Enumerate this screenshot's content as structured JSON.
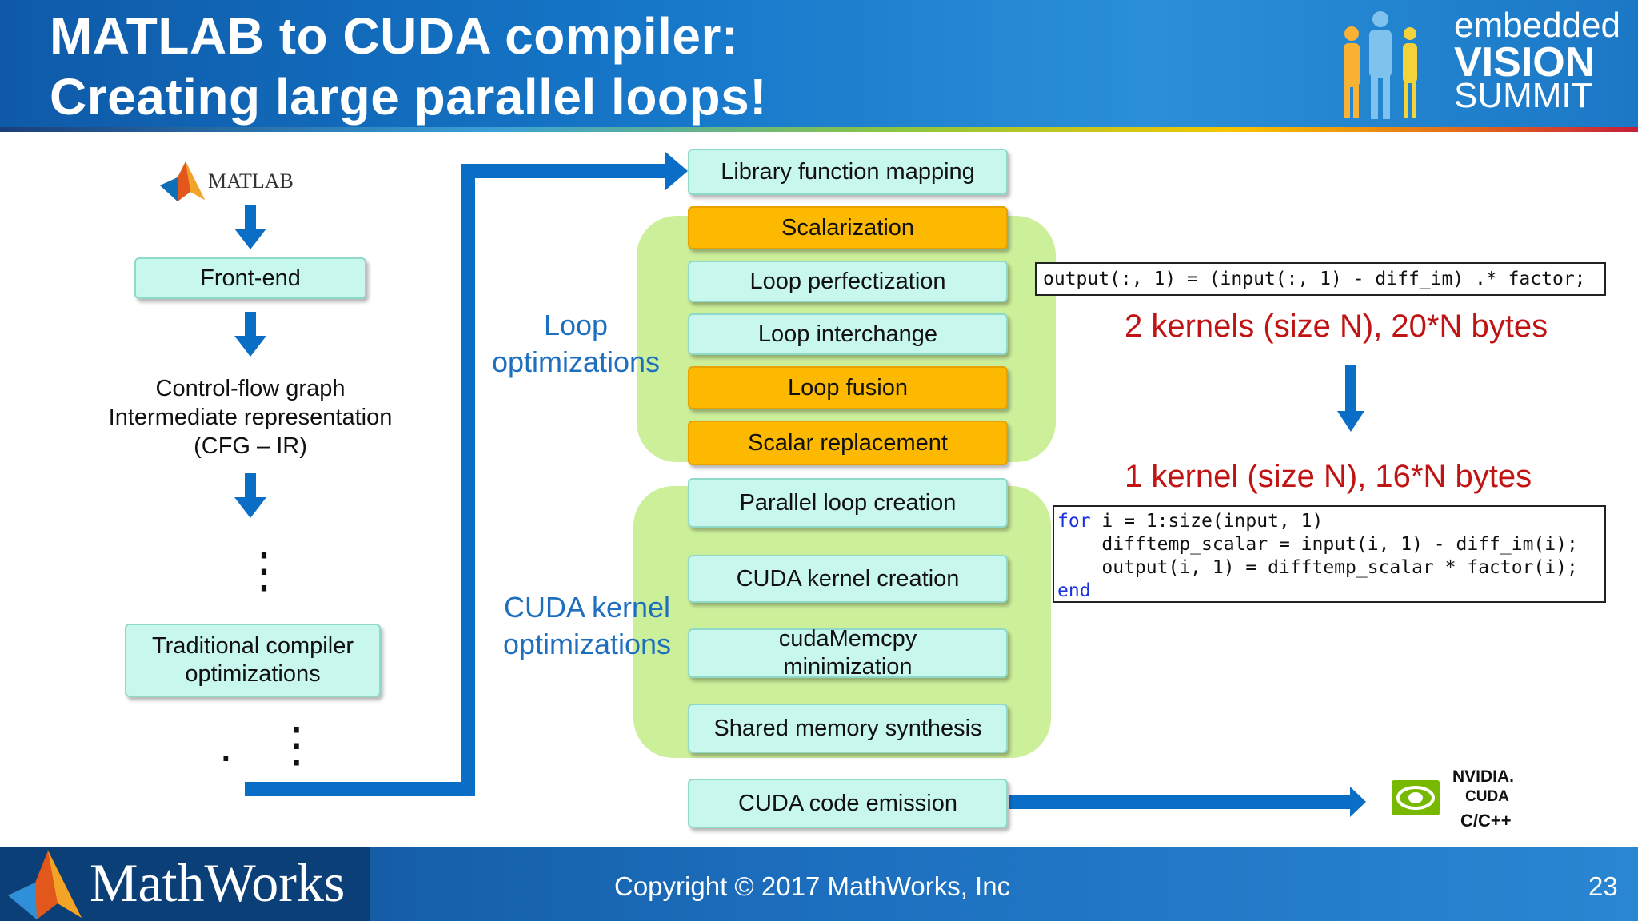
{
  "header": {
    "title_line1": "MATLAB to CUDA compiler:",
    "title_line2": "Creating large parallel loops!",
    "event_logo": {
      "line1": "embedded",
      "line2": "VISION",
      "line3": "SUMMIT"
    }
  },
  "left_flow": {
    "matlab_logo_text": "MATLAB",
    "front_end": "Front-end",
    "cfg_lines": [
      "Control-flow graph",
      "Intermediate representation",
      "(CFG – IR)"
    ],
    "dots": "⋮",
    "traditional": [
      "Traditional compiler",
      "optimizations"
    ],
    "dots2": ".   ⋮"
  },
  "steps": [
    {
      "label": "Library function mapping",
      "highlight": false
    },
    {
      "label": "Scalarization",
      "highlight": true
    },
    {
      "label": "Loop perfectization",
      "highlight": false
    },
    {
      "label": "Loop interchange",
      "highlight": false
    },
    {
      "label": "Loop fusion",
      "highlight": true
    },
    {
      "label": "Scalar replacement",
      "highlight": true
    },
    {
      "label": "Parallel loop creation",
      "highlight": false
    },
    {
      "label": "CUDA kernel creation",
      "highlight": false
    },
    {
      "label": "cudaMemcpy minimization",
      "highlight": false
    },
    {
      "label": "Shared memory synthesis",
      "highlight": false
    },
    {
      "label": "CUDA code emission",
      "highlight": false
    }
  ],
  "group_labels": {
    "loop": [
      "Loop",
      "optimizations"
    ],
    "cuda": [
      "CUDA kernel",
      "optimizations"
    ]
  },
  "right_panel": {
    "code_before": "output(:, 1) = (input(:, 1) - diff_im) .* factor;",
    "before_text": "2 kernels (size N), 20*N bytes",
    "after_text": "1 kernel (size N), 16*N bytes",
    "code_after": {
      "line1_kw": "for",
      "line1_rest": " i = 1:size(input, 1)",
      "line2": "    difftemp_scalar = input(i, 1) - diff_im(i);",
      "line3": "    output(i, 1) = difftemp_scalar * factor(i);",
      "line4_kw": "end"
    }
  },
  "nvidia_logo": {
    "brand": "NVIDIA.",
    "product": "CUDA",
    "lang": "C/C++"
  },
  "footer": {
    "company": "MathWorks",
    "copyright": "Copyright © 2017 MathWorks, Inc",
    "page_number": "23"
  },
  "colors": {
    "box_fill": "#c8f7ee",
    "highlight_fill": "#fcb900",
    "group_fill": "#ccef9a",
    "arrow_blue": "#0a6ec7",
    "red_text": "#c01414",
    "label_blue": "#1f6fbf"
  }
}
